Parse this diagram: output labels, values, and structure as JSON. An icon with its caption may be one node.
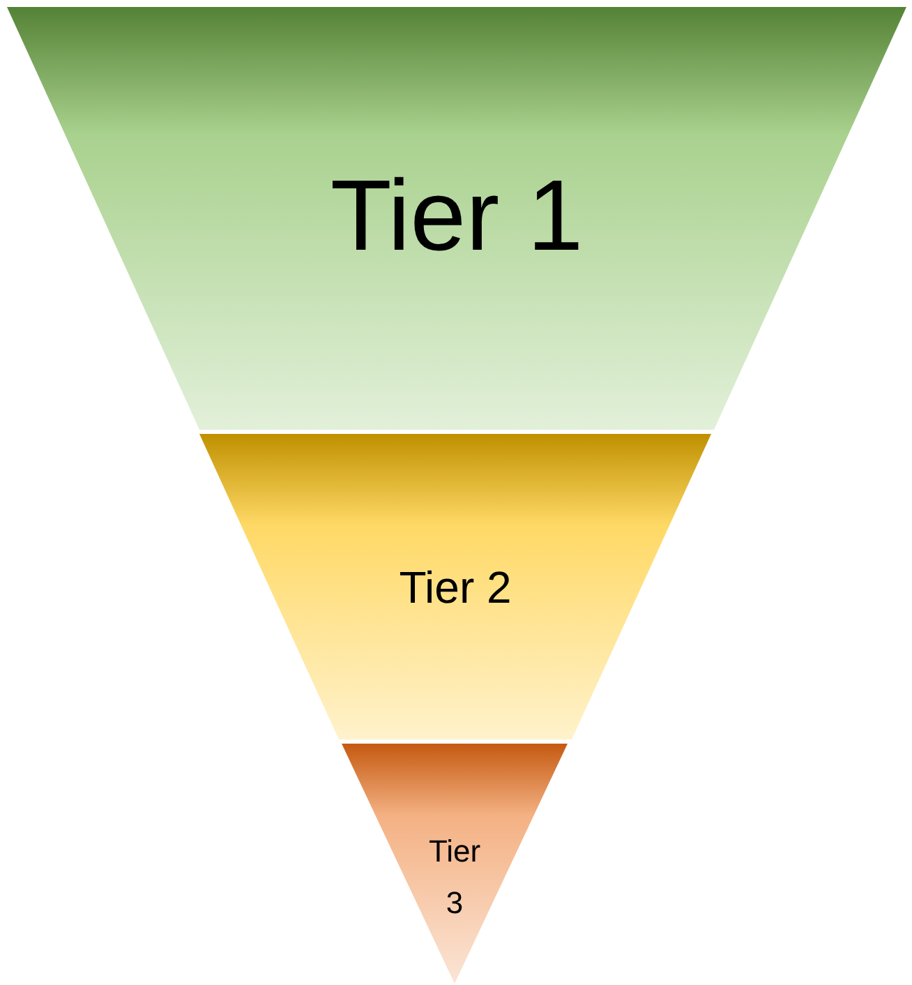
{
  "diagram": {
    "nodes": [
      {
        "text": [
          "Tier 1"
        ]
      },
      {
        "text": [
          "Tier 2"
        ]
      },
      {
        "text": [
          "Tier 3"
        ]
      }
    ]
  }
}
